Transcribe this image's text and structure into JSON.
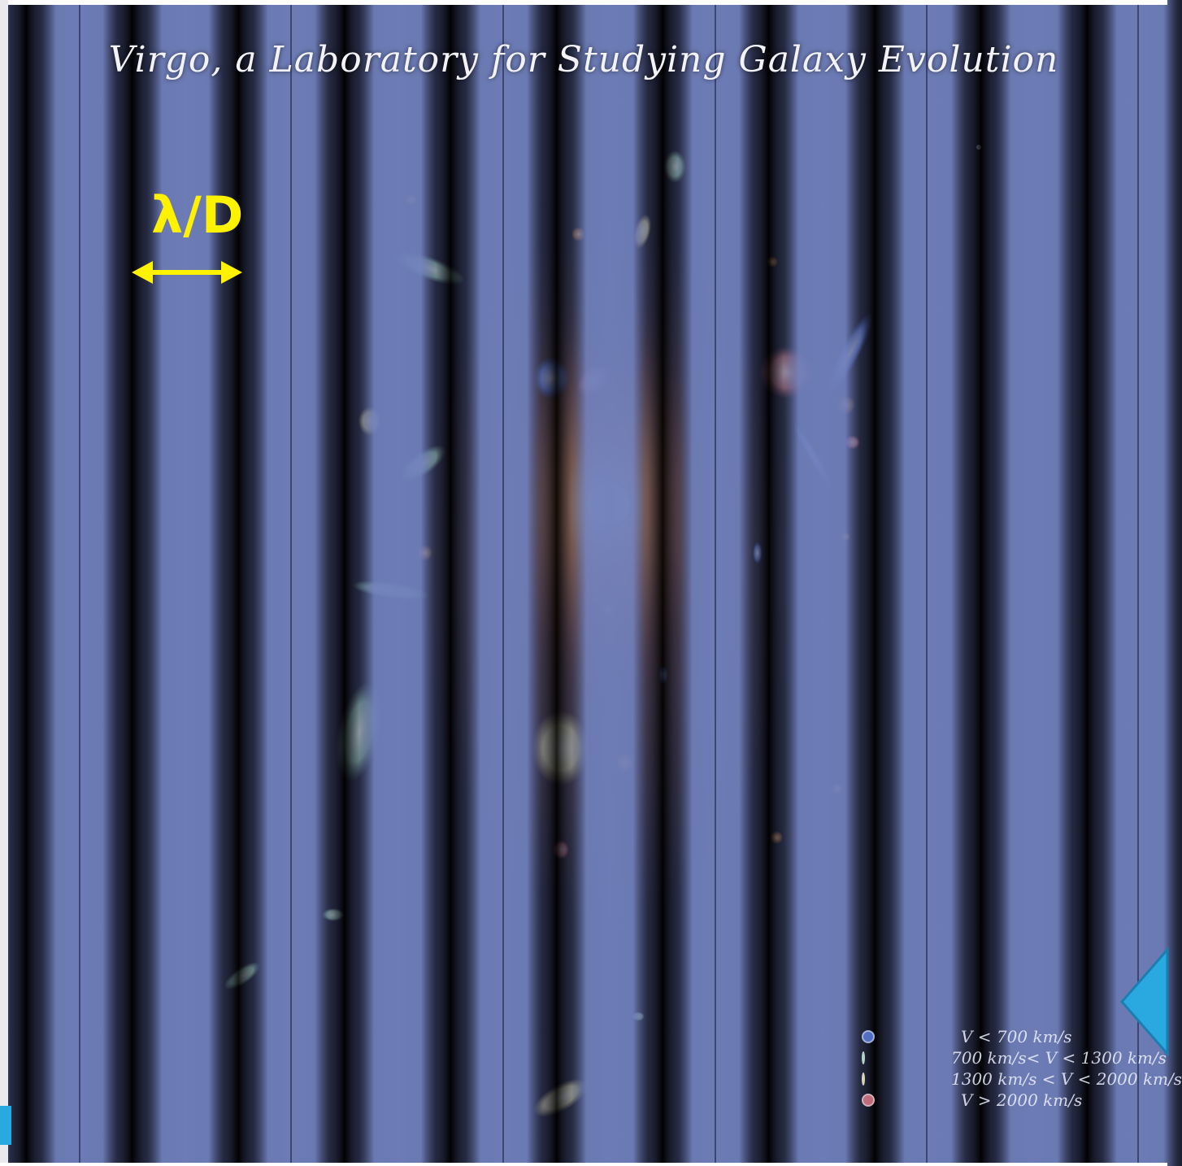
{
  "slide": {
    "title": "Virgo, a Laboratory for Studying Galaxy Evolution",
    "scale_label": "λ/D"
  },
  "legend": {
    "rows": [
      {
        "color": "#5b7de0",
        "text": "V < 700 km/s"
      },
      {
        "color": "#7fe0b0",
        "text": "700 km/s< V < 1300 km/s"
      },
      {
        "color": "#e8e08a",
        "text": "1300 km/s < V < 2000 km/s"
      },
      {
        "color": "#e07a8a",
        "text": "V > 2000 km/s"
      }
    ]
  },
  "colors": {
    "fringe_bright": "#6f7fba",
    "fringe_dark": "#000000",
    "annotation": "#fff200",
    "nav_arrow": "#2aa8e0"
  },
  "icons": {
    "scale_arrow": "double-headed-arrow",
    "nav": "previous-arrow"
  }
}
